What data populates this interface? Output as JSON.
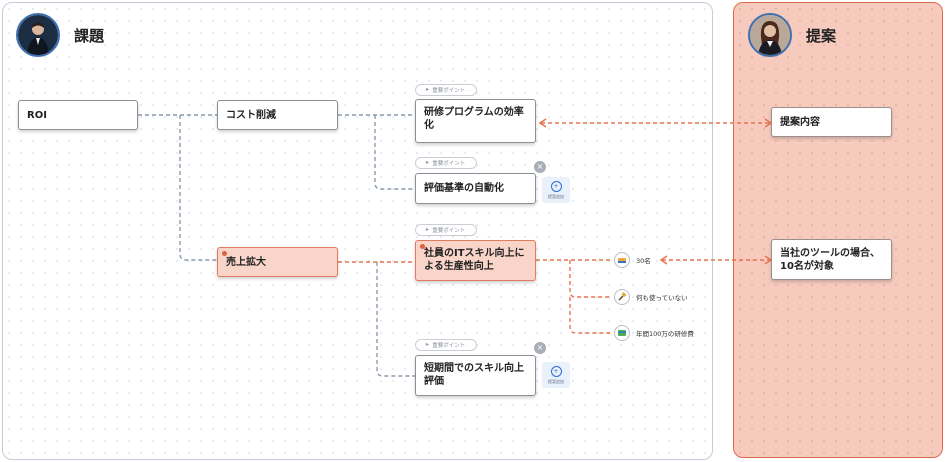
{
  "panels": {
    "left": {
      "title": "課題",
      "avatar_icon": "man-avatar-icon"
    },
    "right": {
      "title": "提案",
      "avatar_icon": "woman-avatar-icon"
    }
  },
  "nodes": {
    "roi": "ROI",
    "cost_reduction": "コスト削減",
    "sales_expansion": "売上拡大",
    "training_efficiency": "研修プログラムの効率化",
    "eval_automation": "評価基準の自動化",
    "it_skill": "社員のITスキル向上による生産性向上",
    "short_term_eval": "短期間でのスキル向上評価"
  },
  "badges": {
    "key_point": "重要ポイント"
  },
  "leaves": {
    "count": "30名",
    "unused": "何も使っていない",
    "annual_cost": "年間100万の研修費"
  },
  "side_button": {
    "label": "提案追加"
  },
  "proposals": {
    "content": "提案内容",
    "our_tool": "当社のツールの場合、10名が対象"
  },
  "colors": {
    "gray_connector": "#8c9aae",
    "orange_connector": "#e9734f",
    "highlight_fill": "#f9d4c9",
    "right_panel_fill": "#f6cabd",
    "right_panel_border": "#de6a4e"
  }
}
